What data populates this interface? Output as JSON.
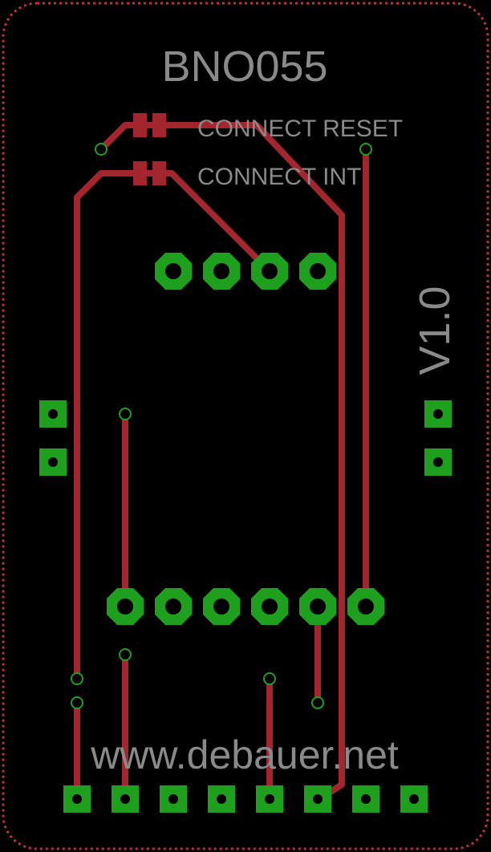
{
  "board": {
    "title": "BNO055",
    "label_reset": "CONNECT RESET",
    "label_int": "CONNECT INT",
    "version": "V1.0",
    "url": "www.debauer.net"
  },
  "colors": {
    "background": "#000000",
    "outline": "#c0303a",
    "trace": "#a3262e",
    "pad": "#1ea01e",
    "silkscreen": "#8a8a8a"
  }
}
